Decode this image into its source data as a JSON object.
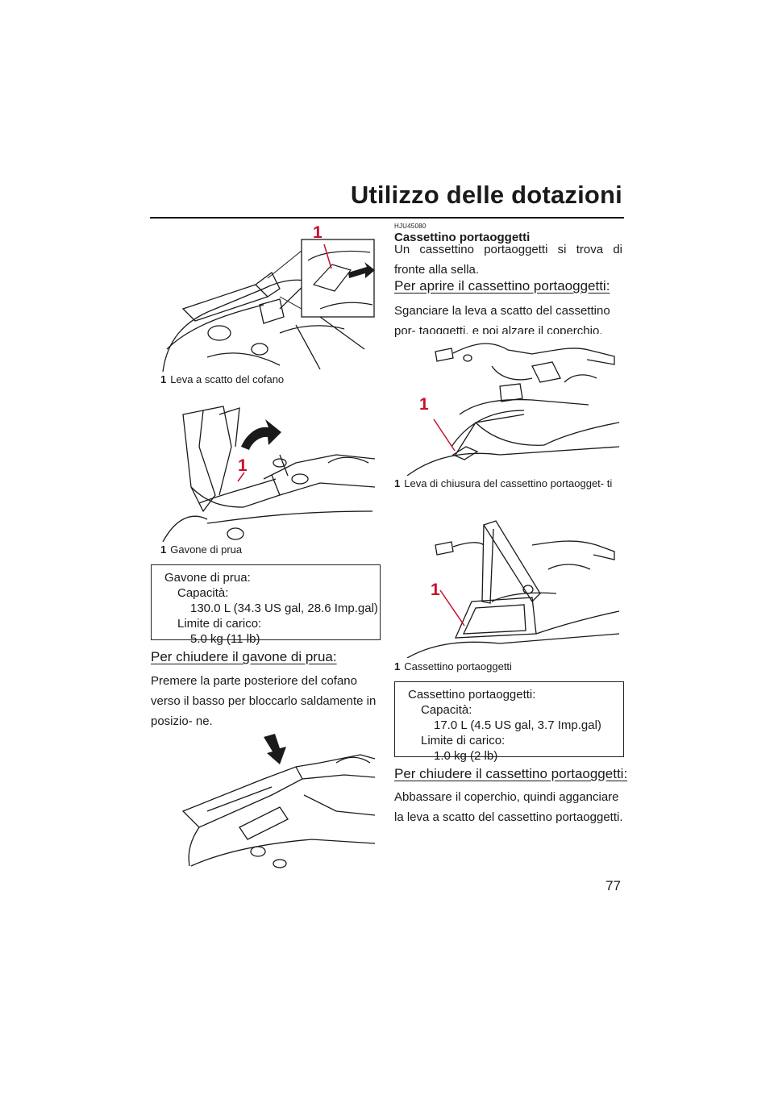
{
  "header": {
    "title": "Utilizzo delle dotazioni"
  },
  "footer": {
    "page_number": "77"
  },
  "left": {
    "fig1": {
      "callout": "1",
      "caption_num": "1",
      "caption_text": "Leva a scatto del cofano"
    },
    "fig2": {
      "callout": "1",
      "caption_num": "1",
      "caption_text": "Gavone di prua"
    },
    "spec1": {
      "title": "Gavone di prua:",
      "capacity_label": "Capacità:",
      "capacity_value": "130.0 L (34.3 US gal, 28.6 Imp.gal)",
      "load_label": "Limite di carico:",
      "load_value": "5.0 kg (11 lb)"
    },
    "close_heading": "Per chiudere il gavone di prua:",
    "close_text": "Premere la parte posteriore del cofano verso il basso per bloccarlo saldamente in posizio- ne."
  },
  "right": {
    "code": "HJU45080",
    "section_title": "Cassettino portaoggetti",
    "intro": "Un cassettino portaoggetti si trova di fronte alla sella.",
    "open_heading": "Per aprire il cassettino portaoggetti:",
    "open_text": "Sganciare la leva a scatto del cassettino por- taoggetti, e poi alzare il coperchio.",
    "fig3": {
      "callout": "1",
      "caption_num": "1",
      "caption_text": "Leva di chiusura del cassettino portaogget- ti"
    },
    "fig4": {
      "callout": "1",
      "caption_num": "1",
      "caption_text": "Cassettino portaoggetti"
    },
    "spec2": {
      "title": "Cassettino portaoggetti:",
      "capacity_label": "Capacità:",
      "capacity_value": "17.0 L (4.5 US gal, 3.7 Imp.gal)",
      "load_label": "Limite di carico:",
      "load_value": "1.0 kg (2 lb)"
    },
    "close_heading": "Per chiudere il cassettino portaoggetti:",
    "close_text": "Abbassare il coperchio, quindi agganciare la leva a scatto del cassettino portaoggetti."
  },
  "colors": {
    "callout": "#c8102e",
    "ink": "#1a1a1a"
  }
}
